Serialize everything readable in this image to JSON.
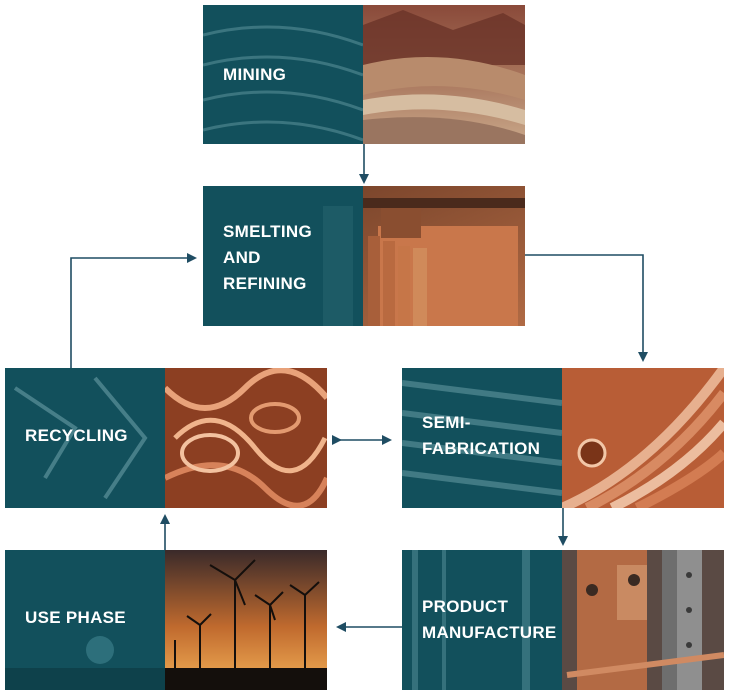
{
  "stages": {
    "mining": {
      "label": "MINING"
    },
    "smelting": {
      "label": "SMELTING\nAND\nREFINING"
    },
    "recycling": {
      "label": "RECYCLING"
    },
    "semi_fabrication": {
      "label": "SEMI-\nFABRICATION"
    },
    "use_phase": {
      "label": "USE PHASE"
    },
    "product_manufacture": {
      "label": "PRODUCT\nMANUFACTURE"
    }
  },
  "colors": {
    "teal_panel": "#12505c",
    "arrow": "#1f4d63",
    "copper": "#c8693a"
  },
  "icons": {
    "mining_photo": "open-pit-mine-photo",
    "smelting_photo": "copper-cathode-plates-photo",
    "recycling_photo": "copper-scrap-photo",
    "semi_fabrication_photo": "copper-tubes-photo",
    "use_phase_photo": "wind-turbines-sunset-photo",
    "product_manufacture_photo": "copper-busbar-photo"
  }
}
